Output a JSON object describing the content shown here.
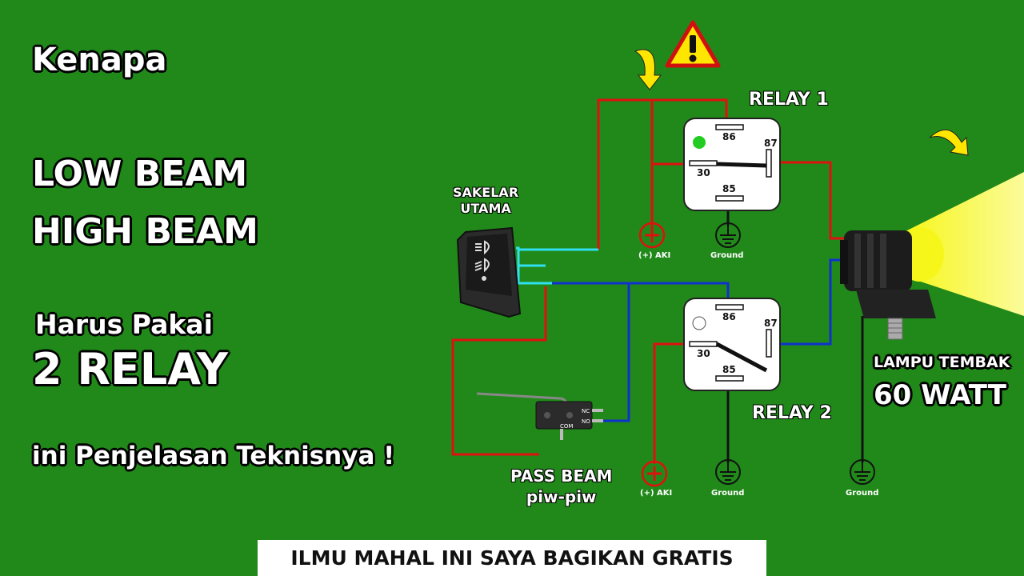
{
  "headline": {
    "line1": "Kenapa",
    "line2": "LOW BEAM",
    "line3": "HIGH BEAM",
    "line4": "Harus Pakai",
    "line5": "2 RELAY",
    "line6": "ini Penjelasan Teknisnya !"
  },
  "diagram": {
    "relay1_label": "RELAY 1",
    "relay2_label": "RELAY 2",
    "switch_label_1": "SAKELAR",
    "switch_label_2": "UTAMA",
    "pass_label_1": "PASS BEAM",
    "pass_label_2": "piw-piw",
    "lamp_label_1": "LAMPU TEMBAK",
    "lamp_label_2": "60 WATT",
    "pins": {
      "p86": "86",
      "p87": "87",
      "p30": "30",
      "p85": "85"
    },
    "aki_label": "(+) AKI",
    "ground_label": "Ground",
    "micro_nc": "NC",
    "micro_no": "NO",
    "micro_com": "COM"
  },
  "banner": "ILMU MAHAL INI SAYA BAGIKAN GRATIS",
  "colors": {
    "background": "#21891a",
    "wire_red": "#e01010",
    "wire_blue": "#1030d0",
    "wire_cyan": "#30e0f0",
    "lamp_beam": "#f2f21a",
    "indicator_on": "#22cc22"
  }
}
